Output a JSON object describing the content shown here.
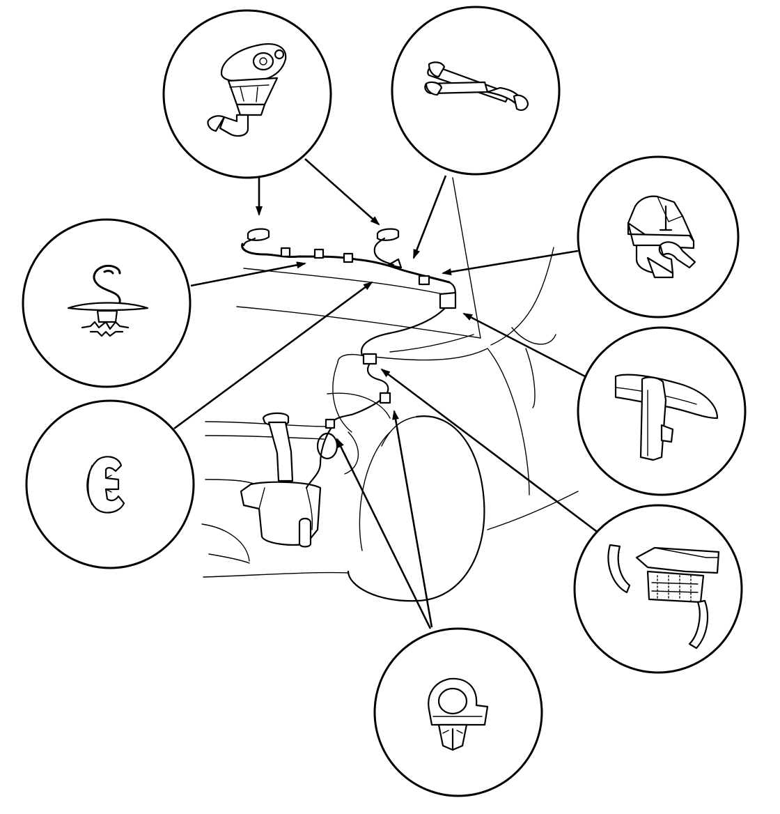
{
  "diagram": {
    "description_text": "",
    "colors": {
      "ink": "#000000",
      "background": "#ffffff"
    },
    "callouts": [
      {
        "id": "washer-nozzle",
        "icon": "washer-nozzle-icon"
      },
      {
        "id": "hose-joint",
        "icon": "hose-joint-icon"
      },
      {
        "id": "hose-clip-double",
        "icon": "hose-clip-icon"
      },
      {
        "id": "hook-clip",
        "icon": "hook-clip-icon"
      },
      {
        "id": "hose-holder",
        "icon": "hose-holder-icon"
      },
      {
        "id": "c-clip",
        "icon": "c-clip-icon"
      },
      {
        "id": "fender-clip",
        "icon": "fender-clip-icon"
      },
      {
        "id": "push-clip",
        "icon": "push-clip-icon"
      }
    ]
  }
}
